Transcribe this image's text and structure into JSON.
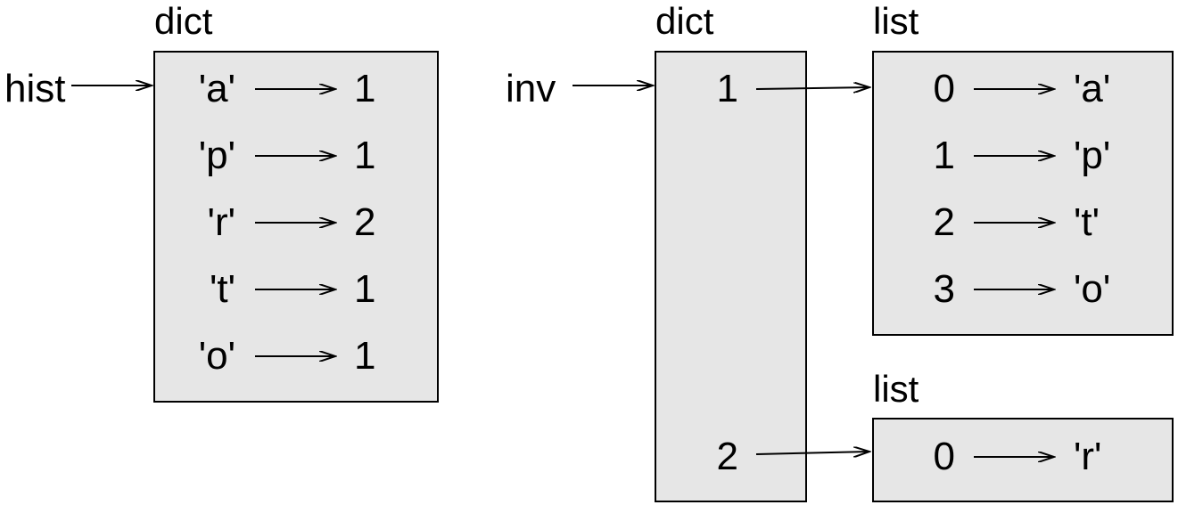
{
  "hist": {
    "var_name": "hist",
    "type_label": "dict",
    "rows": [
      {
        "key": "'a'",
        "value": "1"
      },
      {
        "key": "'p'",
        "value": "1"
      },
      {
        "key": "'r'",
        "value": "2"
      },
      {
        "key": "'t'",
        "value": "1"
      },
      {
        "key": "'o'",
        "value": "1"
      }
    ]
  },
  "inv": {
    "var_name": "inv",
    "type_label": "dict",
    "keys": [
      "1",
      "2"
    ]
  },
  "list1": {
    "type_label": "list",
    "rows": [
      {
        "index": "0",
        "value": "'a'"
      },
      {
        "index": "1",
        "value": "'p'"
      },
      {
        "index": "2",
        "value": "'t'"
      },
      {
        "index": "3",
        "value": "'o'"
      }
    ]
  },
  "list2": {
    "type_label": "list",
    "rows": [
      {
        "index": "0",
        "value": "'r'"
      }
    ]
  },
  "colors": {
    "box_fill": "#e6e6e6",
    "stroke": "#000000",
    "background": "#ffffff"
  }
}
